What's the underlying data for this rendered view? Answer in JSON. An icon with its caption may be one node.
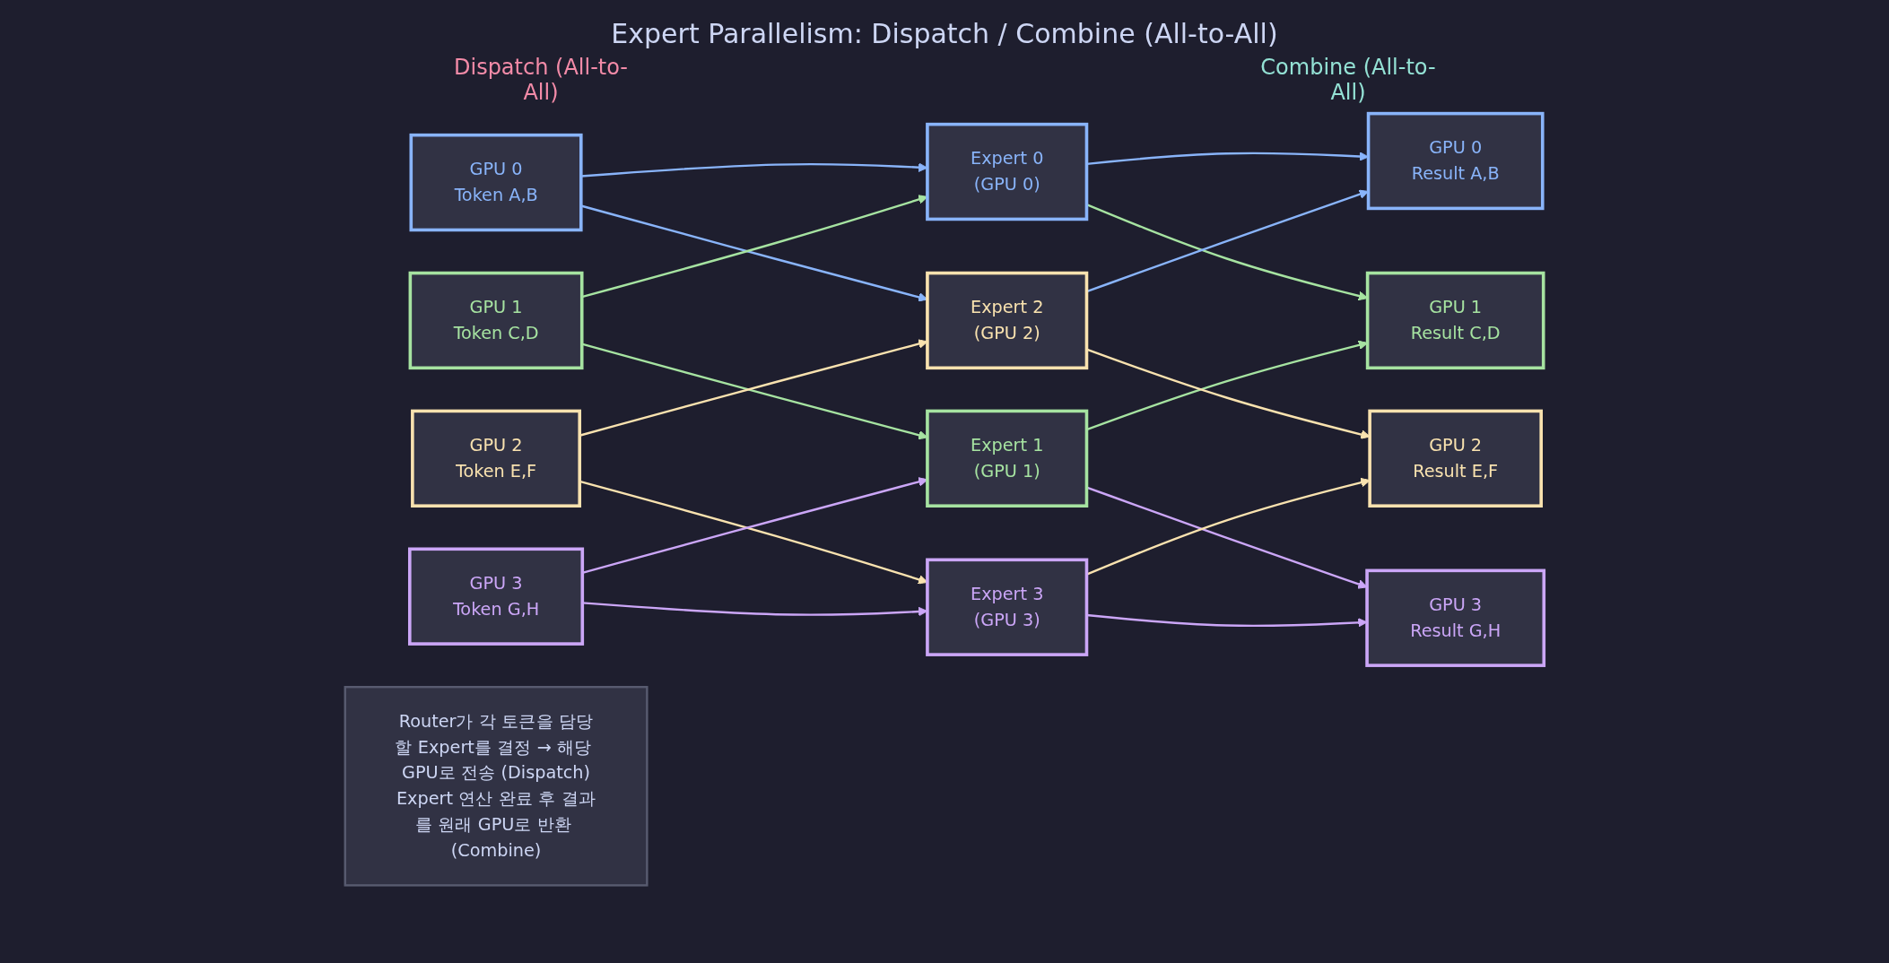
{
  "diagram": {
    "title": "Expert Parallelism: Dispatch / Combine (All-to-All)",
    "nodes": [
      {
        "text": [
          "GPU 0",
          "Token A,B"
        ]
      },
      {
        "text": [
          "GPU 1",
          "Token C,D"
        ]
      },
      {
        "text": [
          "GPU 2",
          "Token E,F"
        ]
      },
      {
        "text": [
          "GPU 3",
          "Token G,H"
        ]
      },
      {
        "text": [
          "Expert 0",
          "(GPU 0)"
        ]
      },
      {
        "text": [
          "Expert 1",
          "(GPU 1)"
        ]
      },
      {
        "text": [
          "Expert 2",
          "(GPU 2)"
        ]
      },
      {
        "text": [
          "Expert 3",
          "(GPU 3)"
        ]
      },
      {
        "text": [
          "GPU 0",
          "Result A,B"
        ]
      },
      {
        "text": [
          "GPU 1",
          "Result C,D"
        ]
      },
      {
        "text": [
          "GPU 2",
          "Result E,F"
        ]
      },
      {
        "text": [
          "GPU 3",
          "Result G,H"
        ]
      },
      {
        "text": [
          "Router가 각 토큰을 담당할 Expert를 결정 → 해당 GPU로 전송 (Dispatch)",
          "Expert 연산 완료 후 결과를 원래 GPU로 반환 (Combine)"
        ]
      }
    ],
    "edges": [
      {
        "from": 0,
        "to": 4,
        "arrow": "to",
        "color": "#89b4fa"
      },
      {
        "from": 0,
        "to": 6,
        "arrow": "to",
        "color": "#89b4fa"
      },
      {
        "from": 1,
        "to": 4,
        "arrow": "to",
        "color": "#a6e3a1"
      },
      {
        "from": 1,
        "to": 5,
        "arrow": "to",
        "color": "#a6e3a1"
      },
      {
        "from": 2,
        "to": 6,
        "arrow": "to",
        "color": "#f9e2af"
      },
      {
        "from": 2,
        "to": 7,
        "arrow": "to",
        "color": "#f9e2af"
      },
      {
        "from": 3,
        "to": 5,
        "arrow": "to",
        "color": "#cba6f7"
      },
      {
        "from": 3,
        "to": 7,
        "arrow": "to",
        "color": "#cba6f7"
      },
      {
        "from": 4,
        "to": 8,
        "arrow": "to",
        "color": "#89b4fa"
      },
      {
        "from": 4,
        "to": 9,
        "arrow": "to",
        "color": "#a6e3a1"
      },
      {
        "from": 5,
        "to": 9,
        "arrow": "to",
        "color": "#a6e3a1"
      },
      {
        "from": 5,
        "to": 11,
        "arrow": "to",
        "color": "#cba6f7"
      },
      {
        "from": 6,
        "to": 8,
        "arrow": "to",
        "color": "#89b4fa"
      },
      {
        "from": 6,
        "to": 10,
        "arrow": "to",
        "color": "#f9e2af"
      },
      {
        "from": 7,
        "to": 10,
        "arrow": "to",
        "color": "#f9e2af"
      },
      {
        "from": 7,
        "to": 11,
        "arrow": "to",
        "color": "#cba6f7"
      }
    ],
    "labels": [
      "Dispatch (All-to-All)",
      "Combine (All-to-All)"
    ]
  }
}
